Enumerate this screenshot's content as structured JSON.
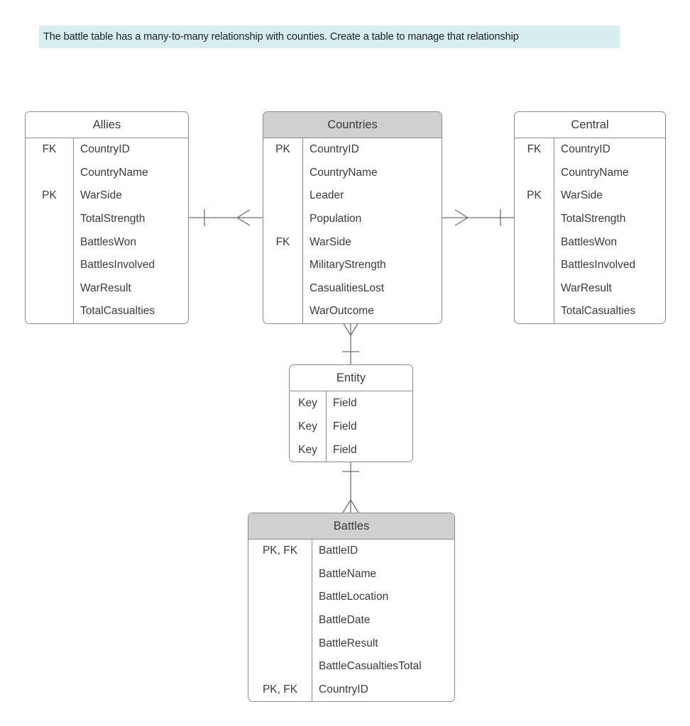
{
  "banner": {
    "text": "The battle table has a many-to-many relationship with counties. Create a table to manage that relationship",
    "background": "#d6eef0"
  },
  "colors": {
    "page_background": "#ffffff",
    "table_border": "#8c8c8c",
    "header_shaded": "#d0d0d0",
    "header_plain": "#ffffff",
    "connector_line": "#6f6f6f",
    "text": "#3a3a3a"
  },
  "diagram": {
    "type": "entity-relationship-diagram",
    "notation": "crow's foot",
    "tables": [
      {
        "id": "allies",
        "title": "Allies",
        "header_shaded": false,
        "rows": [
          {
            "key": "FK",
            "field": "CountryID"
          },
          {
            "key": "",
            "field": "CountryName"
          },
          {
            "key": "PK",
            "field": "WarSide"
          },
          {
            "key": "",
            "field": "TotalStrength"
          },
          {
            "key": "",
            "field": "BattlesWon"
          },
          {
            "key": "",
            "field": "BattlesInvolved"
          },
          {
            "key": "",
            "field": "WarResult"
          },
          {
            "key": "",
            "field": "TotalCasualties"
          }
        ]
      },
      {
        "id": "countries",
        "title": "Countries",
        "header_shaded": true,
        "rows": [
          {
            "key": "PK",
            "field": "CountryID"
          },
          {
            "key": "",
            "field": "CountryName"
          },
          {
            "key": "",
            "field": "Leader"
          },
          {
            "key": "",
            "field": "Population"
          },
          {
            "key": "FK",
            "field": "WarSide"
          },
          {
            "key": "",
            "field": "MilitaryStrength"
          },
          {
            "key": "",
            "field": "CasualitiesLost"
          },
          {
            "key": "",
            "field": "WarOutcome"
          }
        ]
      },
      {
        "id": "central",
        "title": "Central",
        "header_shaded": false,
        "rows": [
          {
            "key": "FK",
            "field": "CountryID"
          },
          {
            "key": "",
            "field": "CountryName"
          },
          {
            "key": "PK",
            "field": "WarSide"
          },
          {
            "key": "",
            "field": "TotalStrength"
          },
          {
            "key": "",
            "field": "BattlesWon"
          },
          {
            "key": "",
            "field": "BattlesInvolved"
          },
          {
            "key": "",
            "field": "WarResult"
          },
          {
            "key": "",
            "field": "TotalCasualties"
          }
        ]
      },
      {
        "id": "entity",
        "title": "Entity",
        "header_shaded": false,
        "rows": [
          {
            "key": "Key",
            "field": "Field"
          },
          {
            "key": "Key",
            "field": "Field"
          },
          {
            "key": "Key",
            "field": "Field"
          }
        ]
      },
      {
        "id": "battles",
        "title": "Battles",
        "header_shaded": true,
        "rows": [
          {
            "key": "PK, FK",
            "field": "BattleID"
          },
          {
            "key": "",
            "field": "BattleName"
          },
          {
            "key": "",
            "field": "BattleLocation"
          },
          {
            "key": "",
            "field": "BattleDate"
          },
          {
            "key": "",
            "field": "BattleResult"
          },
          {
            "key": "",
            "field": "BattleCasualtiesTotal"
          },
          {
            "key": "PK, FK",
            "field": "CountryID"
          }
        ]
      }
    ],
    "relationships": [
      {
        "id": "allies-countries",
        "from": "allies",
        "to": "countries",
        "from_cardinality": "one",
        "to_cardinality": "many"
      },
      {
        "id": "countries-central",
        "from": "countries",
        "to": "central",
        "from_cardinality": "many",
        "to_cardinality": "one"
      },
      {
        "id": "countries-entity",
        "from": "countries",
        "to": "entity",
        "from_cardinality": "many",
        "to_cardinality": "one"
      },
      {
        "id": "entity-battles",
        "from": "entity",
        "to": "battles",
        "from_cardinality": "one",
        "to_cardinality": "many"
      }
    ]
  }
}
